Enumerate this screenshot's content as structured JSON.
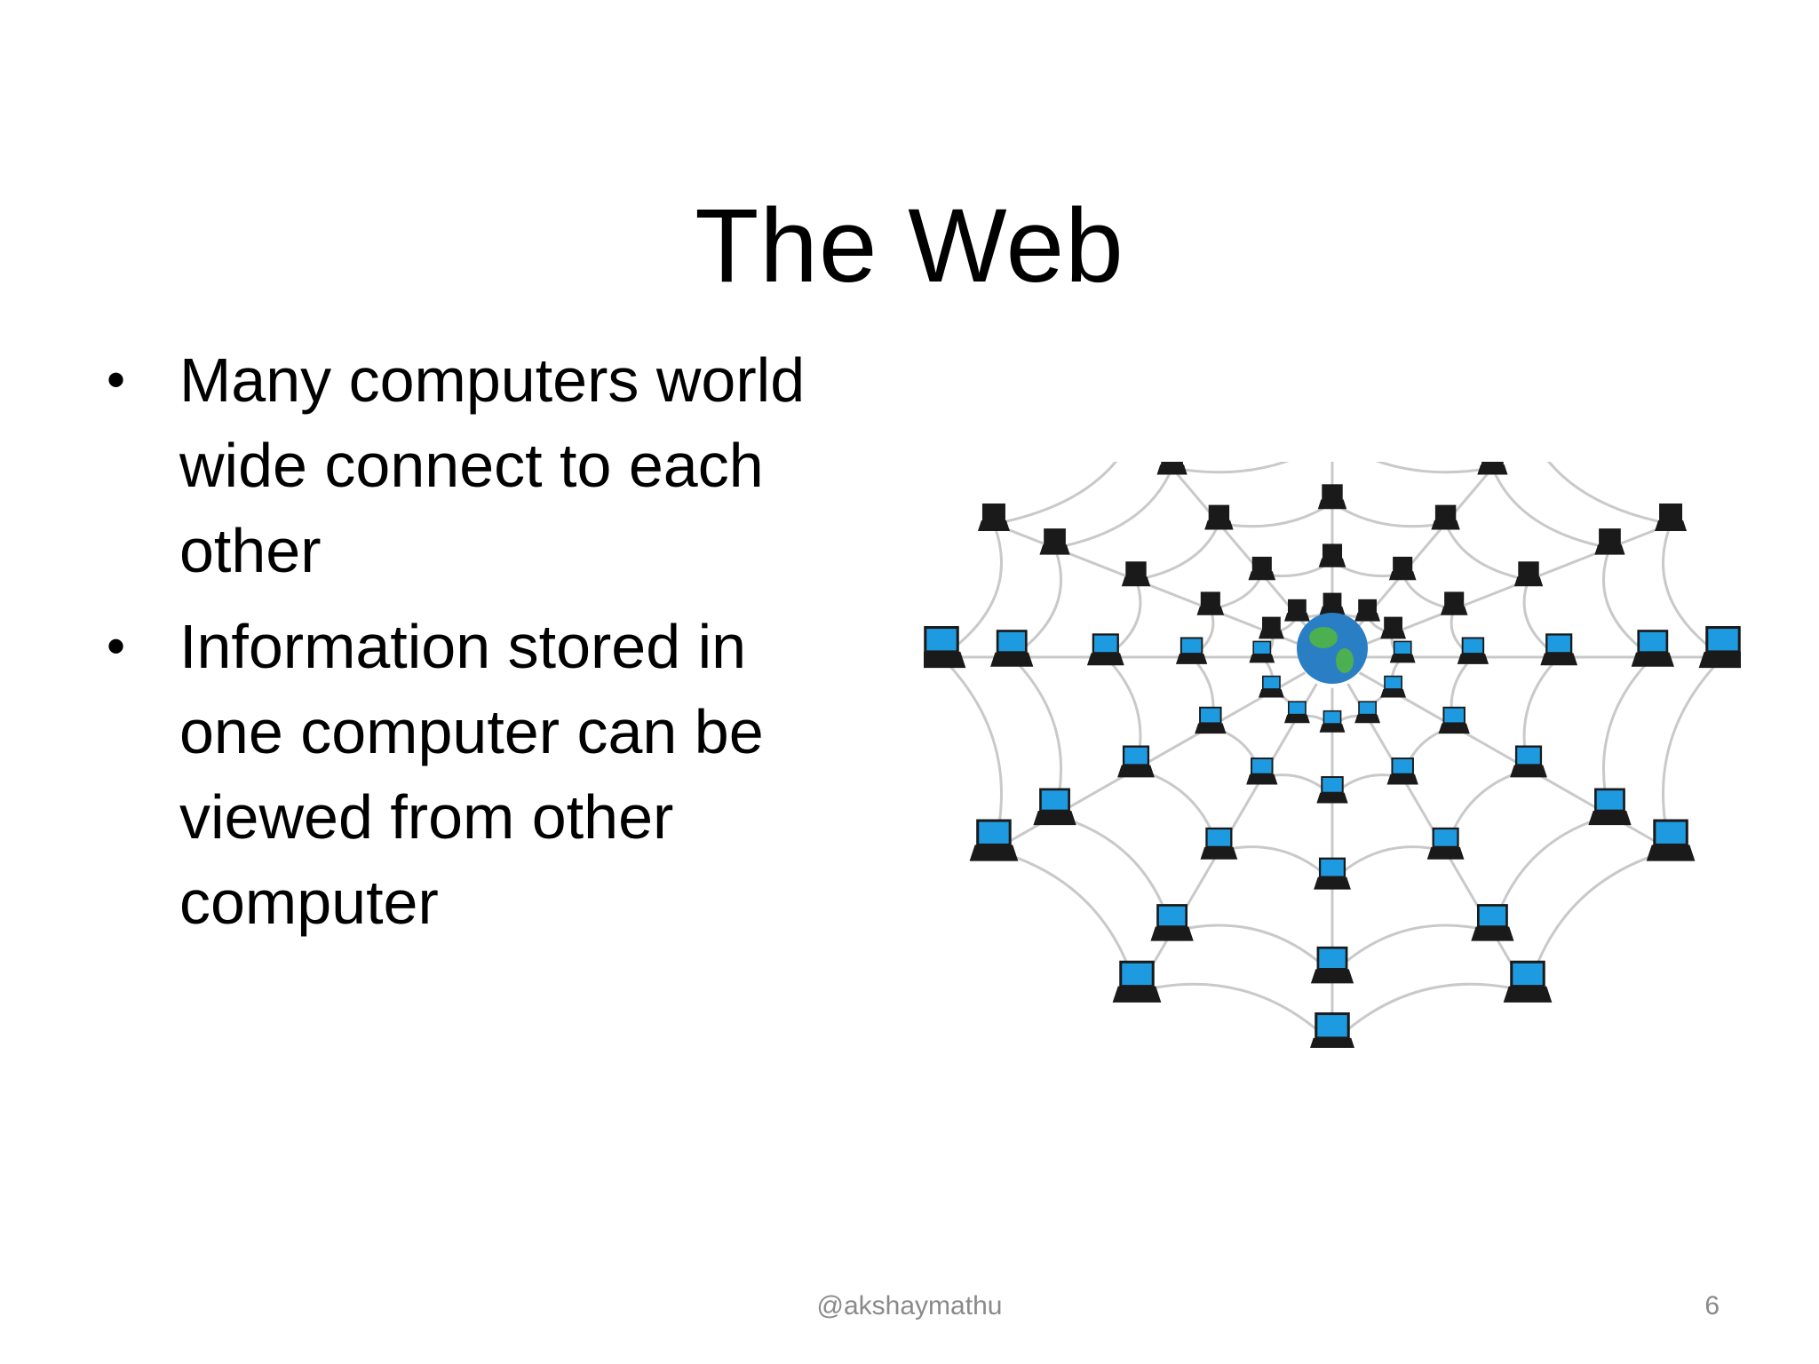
{
  "slide": {
    "title": "The Web",
    "bullets": [
      "Many computers world wide connect to each other",
      "Information stored in one computer can be viewed from other computer"
    ],
    "bullet_symbol": "•",
    "footer_handle": "@akshaymathu",
    "slide_number": "6"
  },
  "figure": {
    "icon": "network-web-illustration",
    "colors": {
      "laptop_screen": "#1e9be0",
      "laptop_body": "#1a1a1a",
      "cable": "#c9c9c9",
      "globe_ocean": "#2a7fc4",
      "globe_land": "#4caf50"
    }
  }
}
